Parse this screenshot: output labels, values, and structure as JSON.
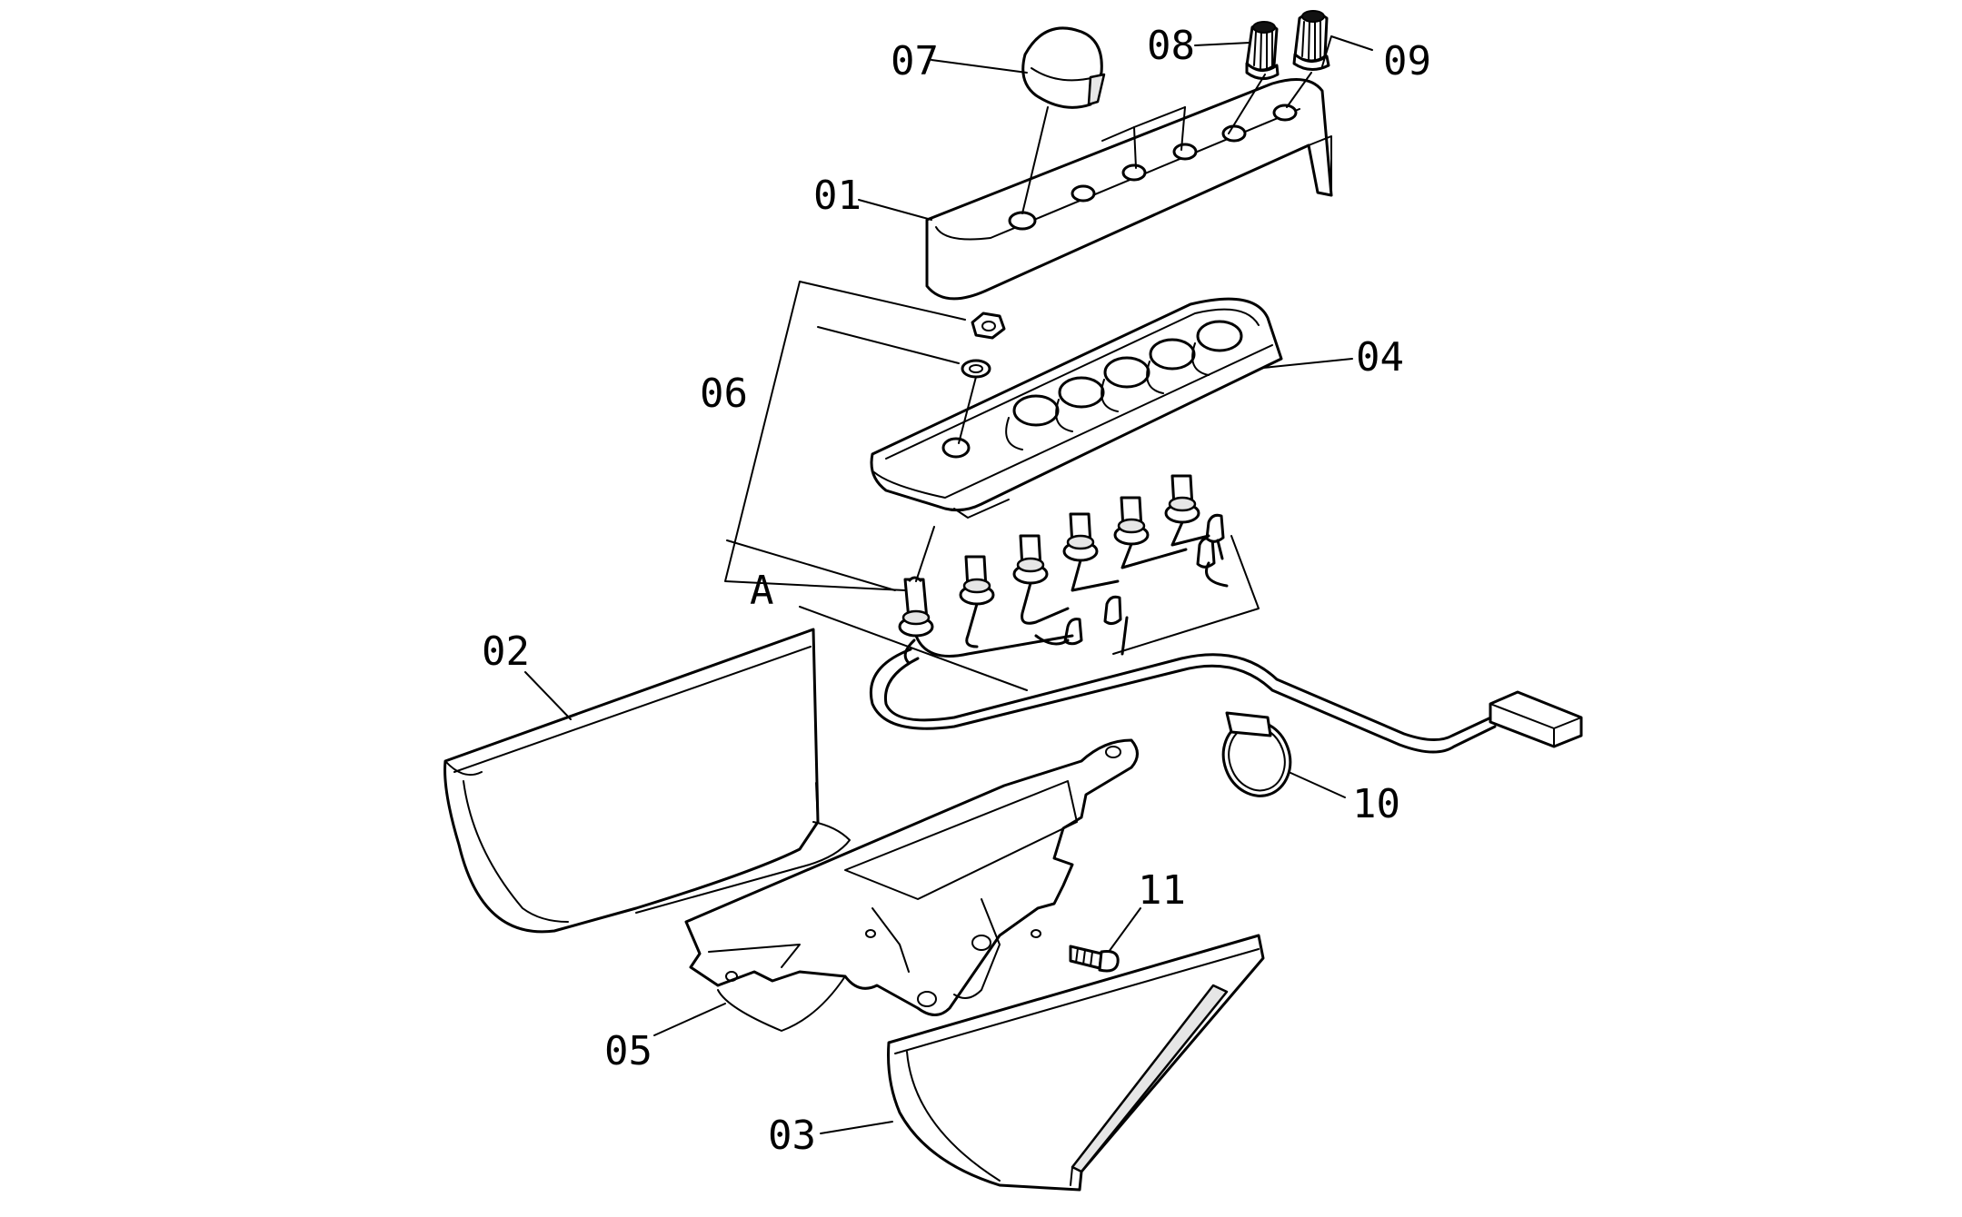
{
  "callouts": {
    "c01": "01",
    "c02": "02",
    "c03": "03",
    "c04": "04",
    "c05": "05",
    "c06": "06",
    "c07": "07",
    "c08": "08",
    "c09": "09",
    "c10": "10",
    "c11": "11",
    "cA": "A"
  }
}
